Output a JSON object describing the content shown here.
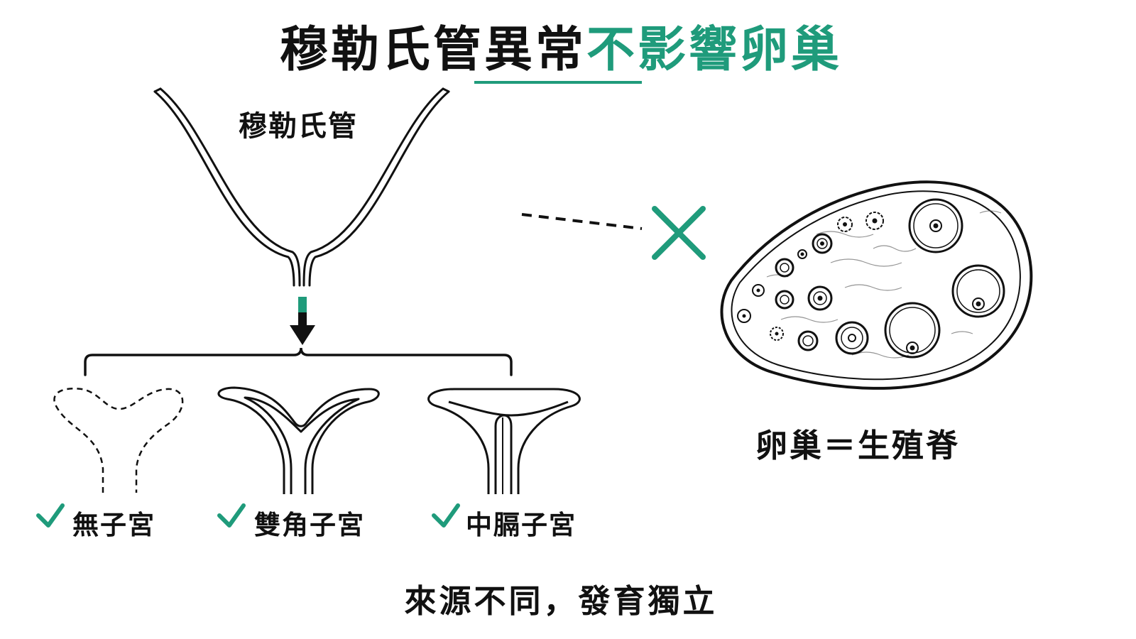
{
  "title": {
    "part1": "穆勒氏管異常",
    "part2": "不影響卵巢"
  },
  "duct_label": "穆勒氏管",
  "uterus_types": [
    {
      "label": "無子宮",
      "check": "✓"
    },
    {
      "label": "雙角子宮",
      "check": "✓"
    },
    {
      "label": "中膈子宮",
      "check": "✓"
    }
  ],
  "ovary_label": "卵巢＝生殖脊",
  "footer": "來源不同，發育獨立",
  "colors": {
    "accent": "#1f9b7b",
    "ink": "#111111"
  },
  "icons": {
    "check": "check-icon",
    "cross": "cross-icon",
    "arrow": "arrow-down-icon"
  }
}
